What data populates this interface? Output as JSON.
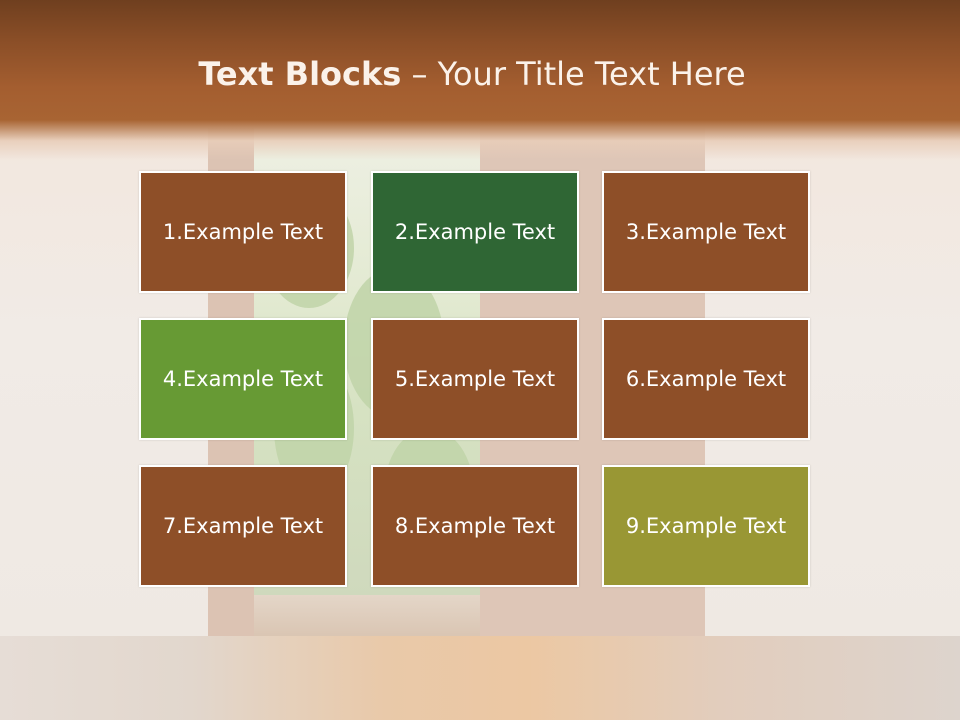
{
  "slide": {
    "title_bold": "Text Blocks",
    "title_dash": " – ",
    "title_rest": "Your Title Text Here"
  },
  "blocks": [
    {
      "label": "1.Example Text",
      "color": "#8e4f28"
    },
    {
      "label": "2.Example Text",
      "color": "#2f6634"
    },
    {
      "label": "3.Example Text",
      "color": "#8e4f28"
    },
    {
      "label": "4.Example Text",
      "color": "#679a34"
    },
    {
      "label": "5.Example Text",
      "color": "#8e4f28"
    },
    {
      "label": "6.Example Text",
      "color": "#8e4f28"
    },
    {
      "label": "7.Example Text",
      "color": "#8e4f28"
    },
    {
      "label": "8.Example Text",
      "color": "#8e4f28"
    },
    {
      "label": "9.Example Text",
      "color": "#999734"
    }
  ]
}
